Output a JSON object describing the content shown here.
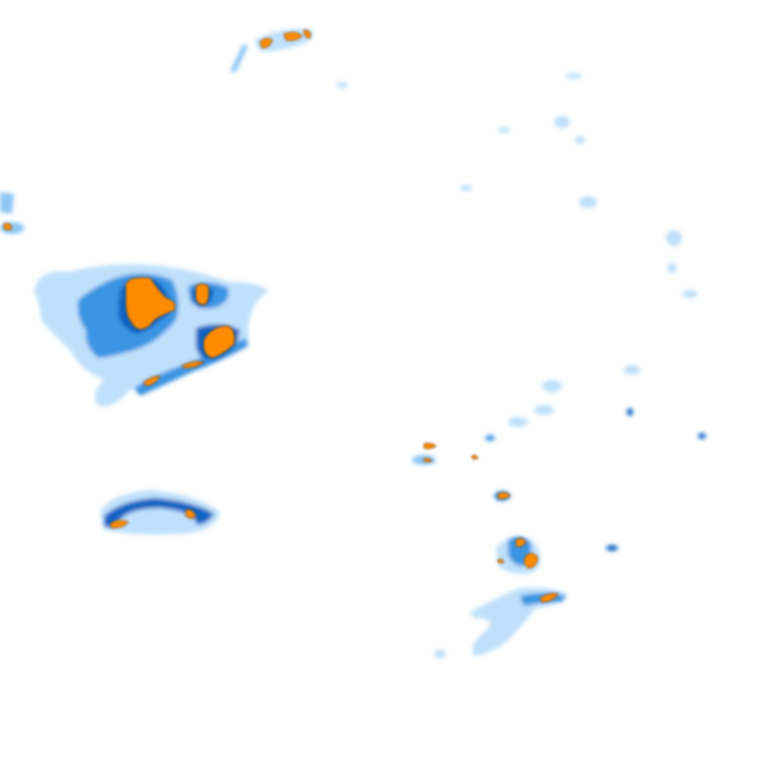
{
  "map": {
    "kind": "precipitation-radar-overlay",
    "background": "#ffffff",
    "legend_shown": false,
    "labels_shown": false,
    "intensity_levels": [
      {
        "name": "light",
        "color": "#bfe0fb"
      },
      {
        "name": "light-moderate",
        "color": "#8cc6f4"
      },
      {
        "name": "moderate",
        "color": "#3b95e2"
      },
      {
        "name": "heavy",
        "color": "#0d63c2"
      },
      {
        "name": "intense",
        "color": "#ff8c00"
      }
    ],
    "outline_color": "#6b3a17"
  }
}
